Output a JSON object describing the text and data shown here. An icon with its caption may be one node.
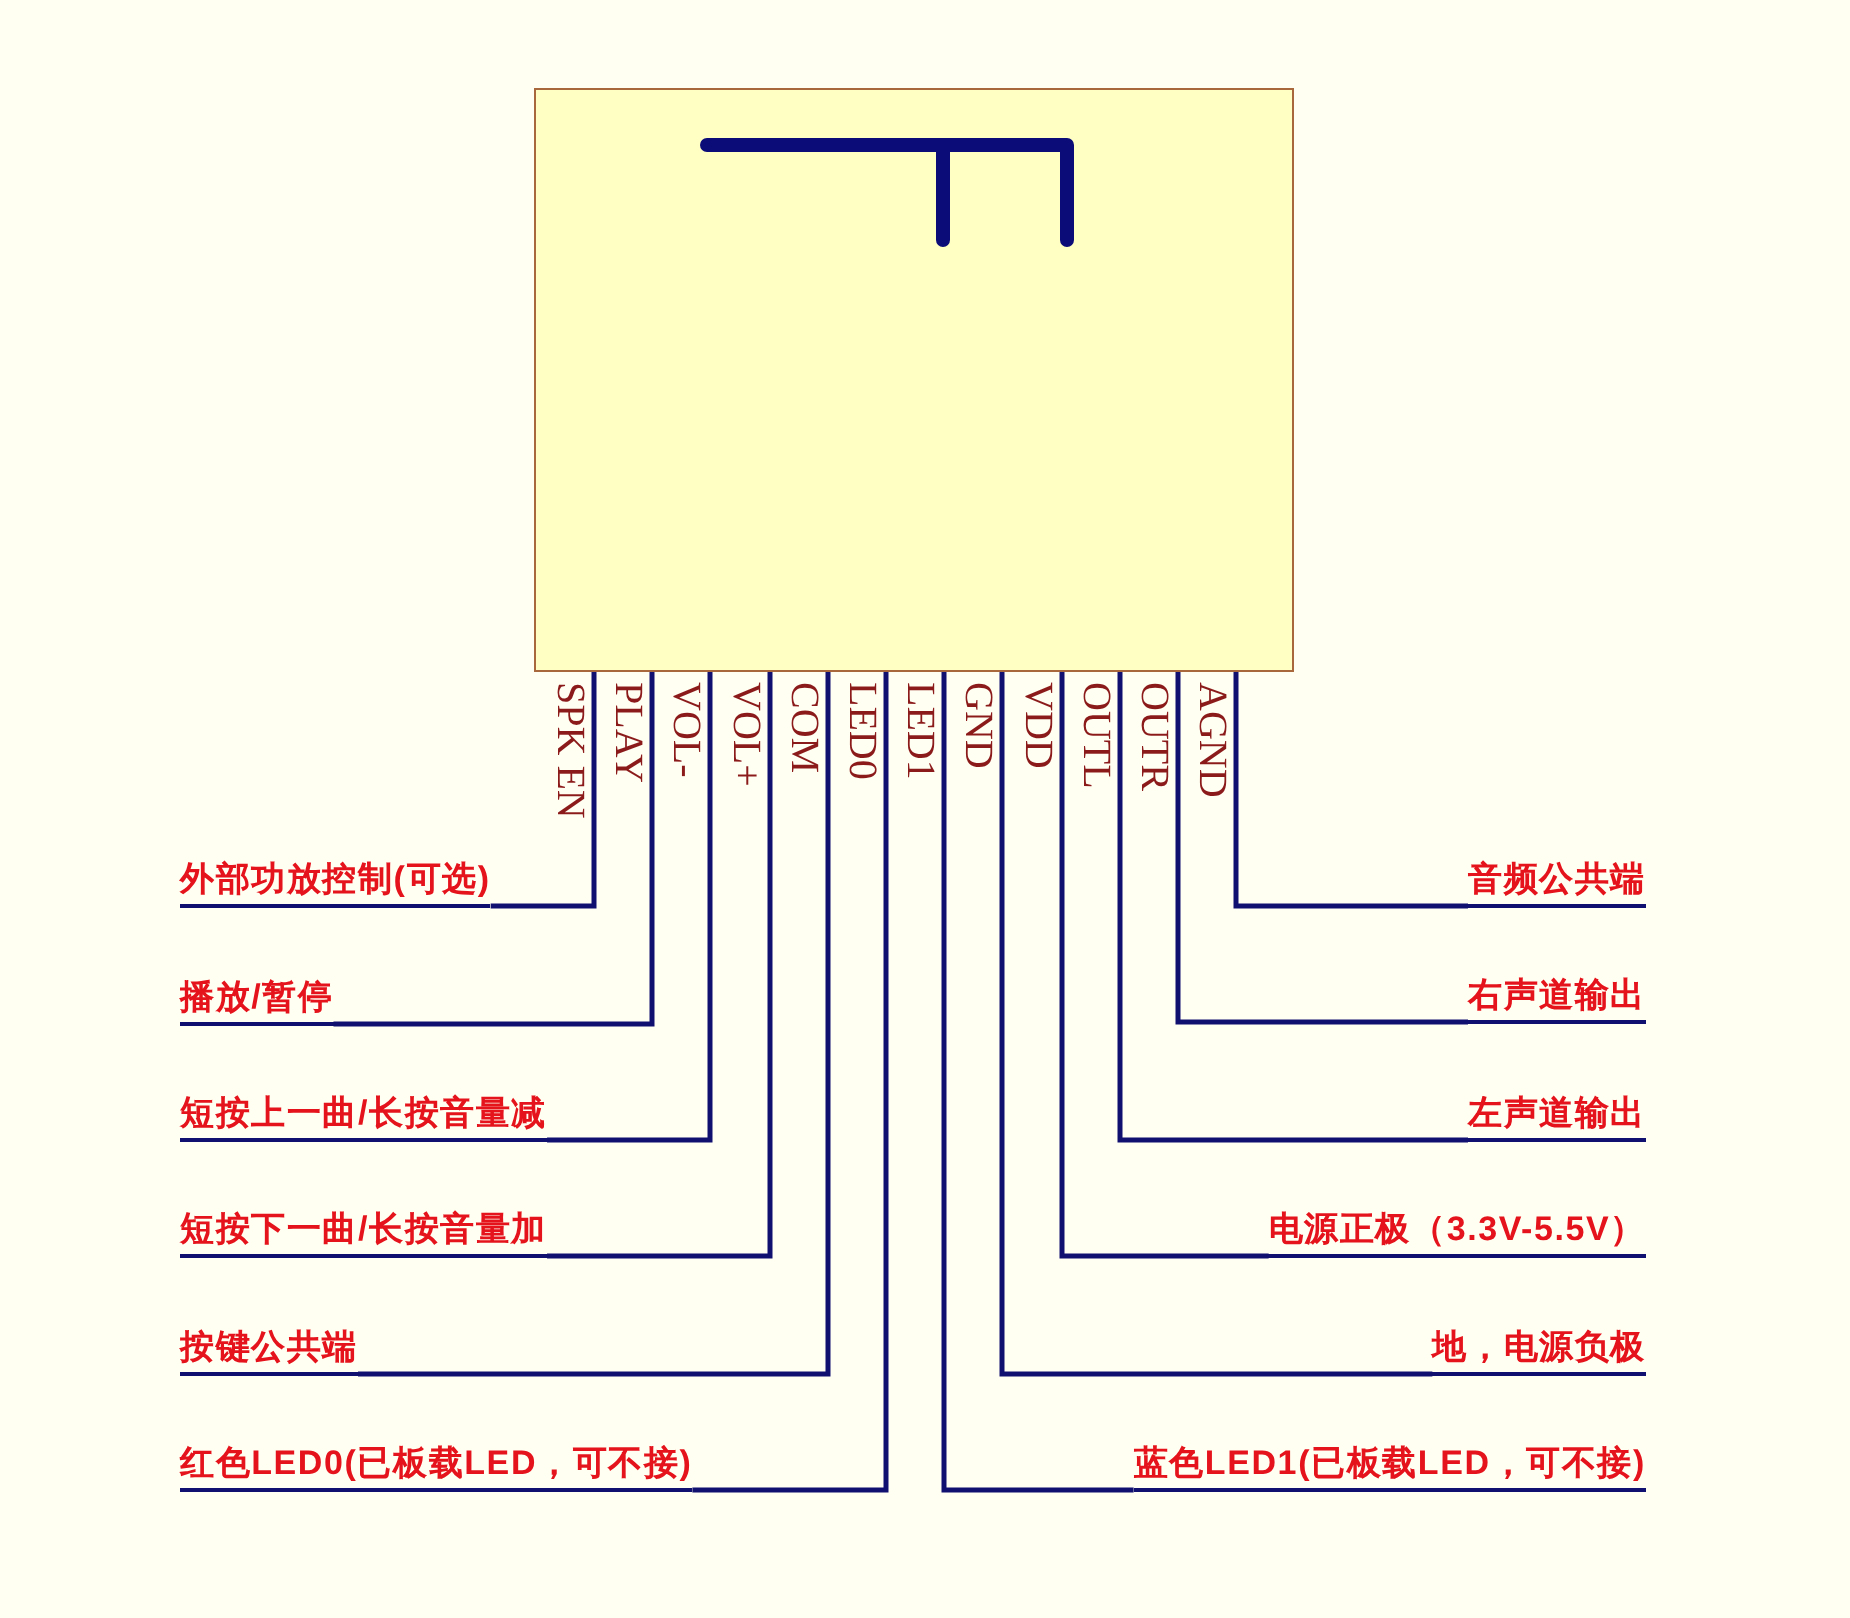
{
  "diagram": {
    "nodes": [
      {
        "text": [],
        "shape": "box"
      },
      {
        "text": [
          "外部功放控制(可选)"
        ]
      },
      {
        "text": [
          "播放/暂停"
        ]
      },
      {
        "text": [
          "短按上一曲/长按音量减"
        ]
      },
      {
        "text": [
          "短按下一曲/长按音量加"
        ]
      },
      {
        "text": [
          "按键公共端"
        ]
      },
      {
        "text": [
          "红色LED0(已板载LED，可不接)"
        ]
      },
      {
        "text": [
          "音频公共端"
        ]
      },
      {
        "text": [
          "右声道输出"
        ]
      },
      {
        "text": [
          "左声道输出"
        ]
      },
      {
        "text": [
          "电源正极（3.3V-5.5V）"
        ]
      },
      {
        "text": [
          "地，电源负极"
        ]
      },
      {
        "text": [
          "蓝色LED1(已板载LED，可不接)"
        ]
      }
    ],
    "edges": [
      {
        "from": 0,
        "to": 1,
        "arrow": "none",
        "label": "SPK EN"
      },
      {
        "from": 0,
        "to": 2,
        "arrow": "none",
        "label": "PLAY"
      },
      {
        "from": 0,
        "to": 3,
        "arrow": "none",
        "label": "VOL-"
      },
      {
        "from": 0,
        "to": 4,
        "arrow": "none",
        "label": "VOL+"
      },
      {
        "from": 0,
        "to": 5,
        "arrow": "none",
        "label": "COM"
      },
      {
        "from": 0,
        "to": 6,
        "arrow": "none",
        "label": "LED0"
      },
      {
        "from": 0,
        "to": 12,
        "arrow": "none",
        "label": "LED1"
      },
      {
        "from": 0,
        "to": 11,
        "arrow": "none",
        "label": "GND"
      },
      {
        "from": 0,
        "to": 10,
        "arrow": "none",
        "label": "VDD"
      },
      {
        "from": 0,
        "to": 9,
        "arrow": "none",
        "label": "OUTL"
      },
      {
        "from": 0,
        "to": 8,
        "arrow": "none",
        "label": "OUTR"
      },
      {
        "from": 0,
        "to": 7,
        "arrow": "none",
        "label": "AGND"
      }
    ]
  }
}
